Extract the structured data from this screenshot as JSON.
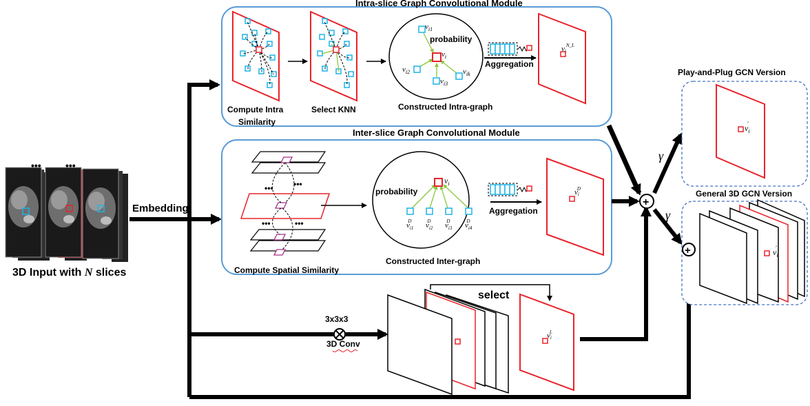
{
  "labels": {
    "input_prefix": "3D Input with ",
    "input_n": "N",
    "input_suffix": " slices",
    "embedding": "Embedding",
    "intra_title": "Intra-slice Graph Convolutional Module",
    "compute_intra_1": "Compute  Intra",
    "compute_intra_2": "Similarity",
    "select_knn": "Select KNN",
    "constructed_intra": "Constructed Intra-graph",
    "probability": "probability",
    "aggregation": "Aggregation",
    "inter_title": "Inter-slice Graph Convolutional Module",
    "compute_spatial": "Compute Spatial Similarity",
    "constructed_inter": "Constructed Inter-graph",
    "conv_kernel": "3x3x3",
    "conv_name": "3D Conv",
    "select": "select",
    "plug_version": "Play-and-Plug GCN Version",
    "general_version": "General  3D GCN Version",
    "gamma": "γ",
    "plus": "+",
    "otimes": "×",
    "dots": "•••"
  },
  "nodes": {
    "v": "v",
    "i": "i",
    "i1": "i1",
    "i2": "i2",
    "i3": "i3",
    "ik": "ik",
    "i4": "i4",
    "sup_NL": "N_L",
    "sup_D": "D",
    "sup_L": "L",
    "prime": "′"
  },
  "colors": {
    "module_border": "#5b9bd5",
    "red": "#e8232b",
    "cyan": "#1fb4e6",
    "purple": "#a0308c",
    "green": "#8cc63e",
    "dashed_border": "#4472c4",
    "black": "#000000"
  }
}
